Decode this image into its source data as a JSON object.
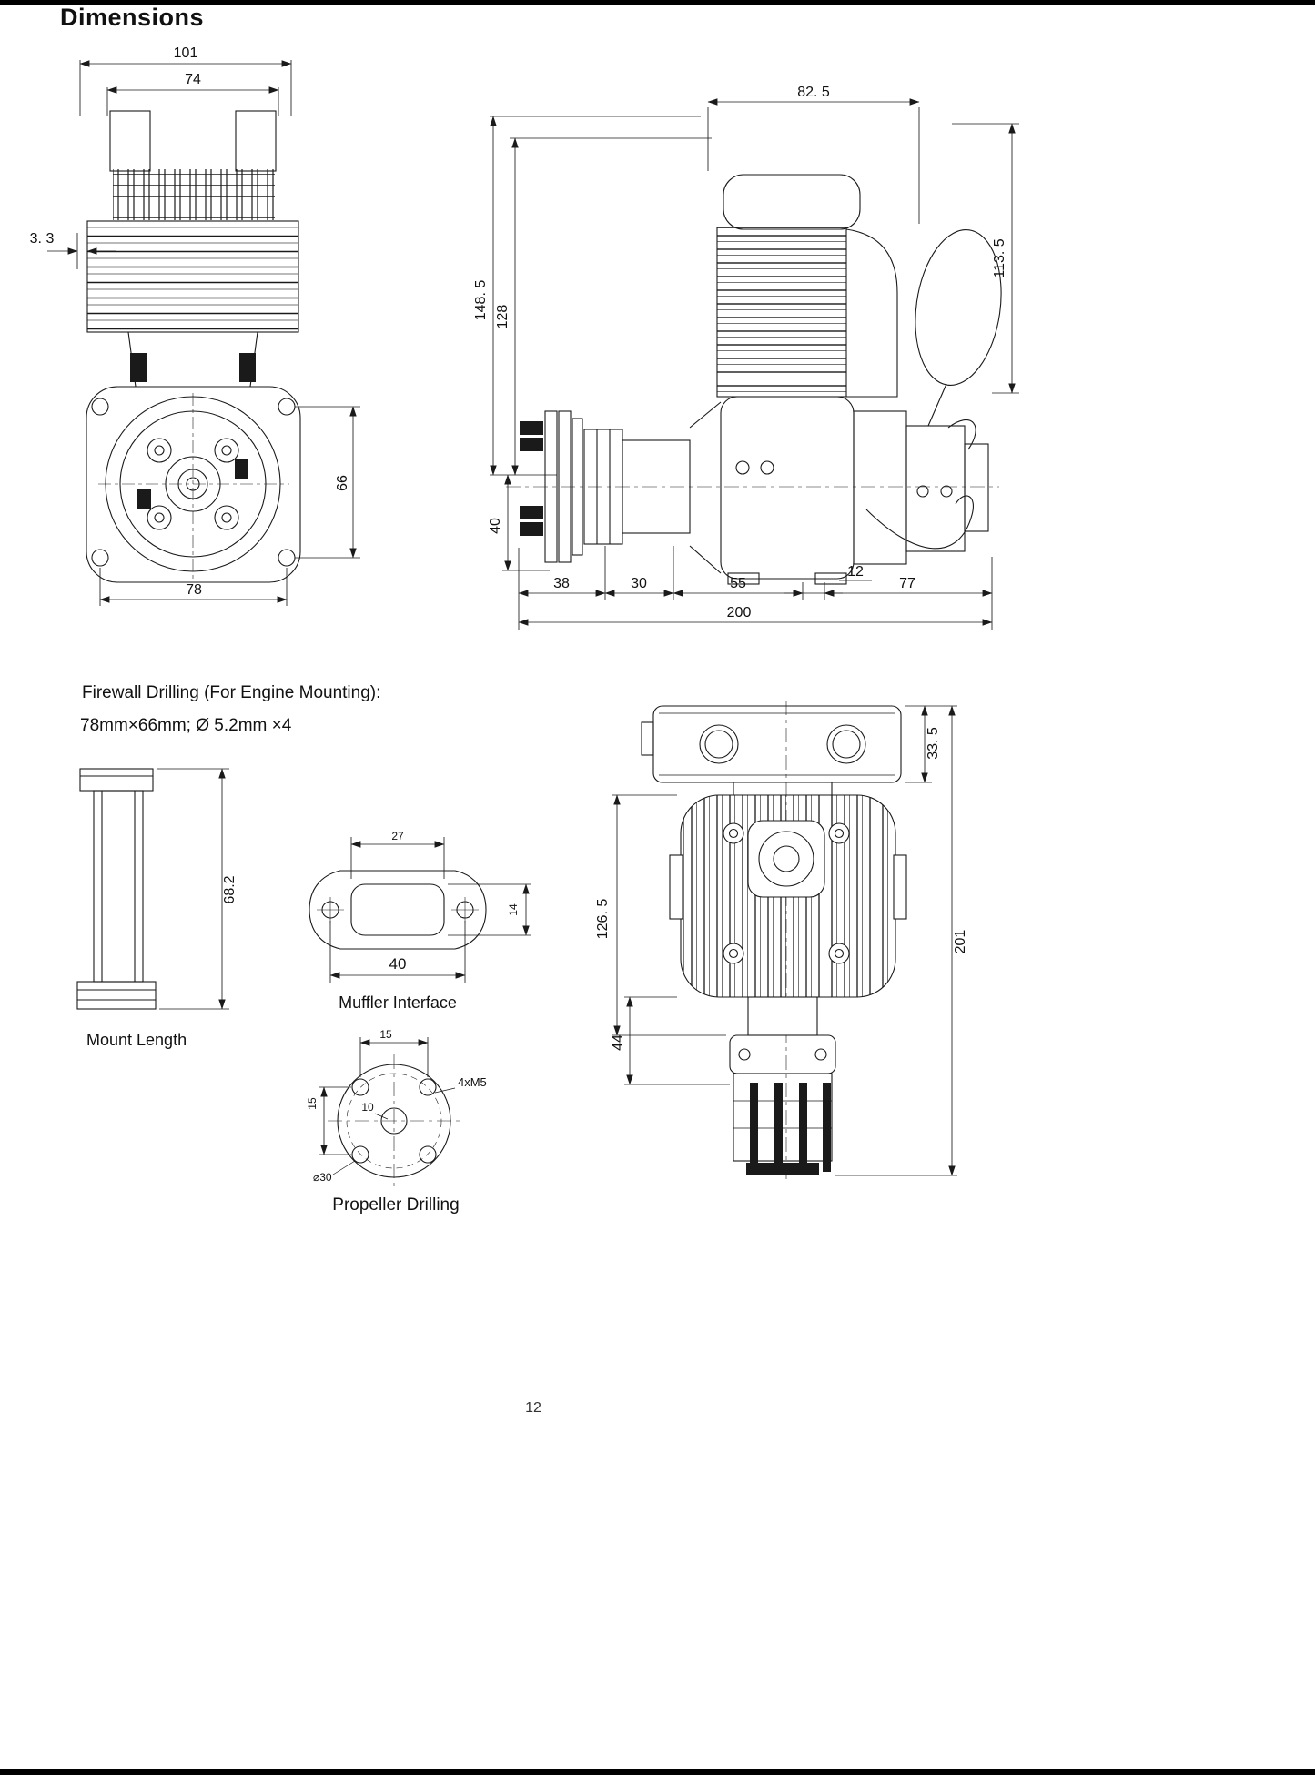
{
  "page": {
    "title": "Dimensions",
    "number": "12"
  },
  "firewall_note": {
    "line1": "Firewall Drilling (For Engine Mounting):",
    "line2": "78mm×66mm; Ø 5.2mm ×4"
  },
  "front_view": {
    "dim_overall_width": "101",
    "dim_head_width": "74",
    "dim_fin_offset": "3. 3",
    "dim_mount_hole_v": "66",
    "dim_mount_hole_h": "78"
  },
  "side_view": {
    "dim_top_width": "82. 5",
    "dim_height_right": "113. 5",
    "dim_height_overall": "148. 5",
    "dim_height_cylinder": "128",
    "dim_hub_drop": "40",
    "dim_seg_38": "38",
    "dim_seg_30": "30",
    "dim_seg_55": "55",
    "dim_seg_12": "12",
    "dim_seg_77": "77",
    "dim_length_total": "200"
  },
  "mount": {
    "dim_length": "68.2",
    "label": "Mount Length"
  },
  "muffler": {
    "dim_port_width": "27",
    "dim_port_height": "14",
    "dim_bolt_spacing": "40",
    "label": "Muffler Interface"
  },
  "propeller": {
    "dim_offset_x": "15",
    "dim_offset_y": "15",
    "dim_center_bore": "10",
    "dim_bolt_spec": "4xM5",
    "dim_bolt_circle": "⌀30",
    "label": "Propeller Drilling"
  },
  "top_view": {
    "dim_muffler_height": "33. 5",
    "dim_body_height": "126. 5",
    "dim_carb_height": "44",
    "dim_total_height": "201"
  }
}
